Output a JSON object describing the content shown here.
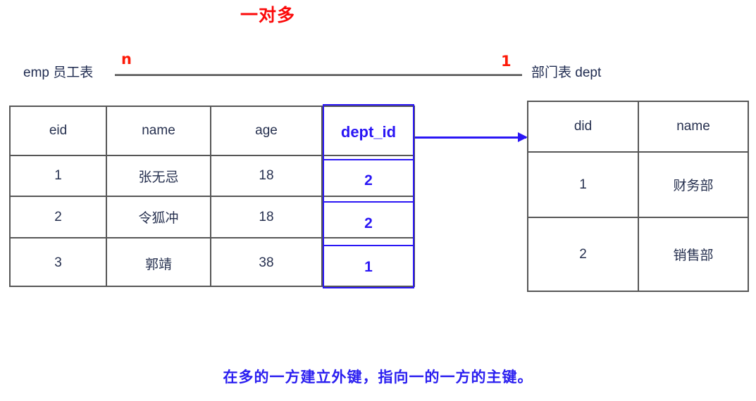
{
  "title": "一对多",
  "relationship": {
    "left_label": "emp 员工表",
    "right_label": "部门表 dept",
    "left_cardinality": "n",
    "right_cardinality": "1",
    "line_color": "#5a5a5a",
    "cardinality_color": "#fd1a08",
    "title_color": "#fb0a0a"
  },
  "emp_table": {
    "name": "emp",
    "headers": [
      "eid",
      "name",
      "age",
      "dept_id"
    ],
    "rows": [
      {
        "eid": "1",
        "name": "张无忌",
        "age": "18",
        "dept_id": "2"
      },
      {
        "eid": "2",
        "name": "令狐冲",
        "age": "18",
        "dept_id": "2"
      },
      {
        "eid": "3",
        "name": "郭靖",
        "age": "38",
        "dept_id": "1"
      }
    ],
    "highlight_column": "dept_id",
    "highlight_color": "#2a16f5",
    "border_color": "#565656",
    "text_color": "#26304f"
  },
  "dept_table": {
    "name": "dept",
    "headers": [
      "did",
      "name"
    ],
    "rows": [
      {
        "did": "1",
        "name": "财务部"
      },
      {
        "did": "2",
        "name": "销售部"
      }
    ],
    "border_color": "#565656",
    "text_color": "#26304f"
  },
  "arrow": {
    "from": "emp.dept_id",
    "to": "dept.did",
    "color": "#2a16f5"
  },
  "footer_note": "在多的一方建立外键，指向一的一方的主键。",
  "footer_color": "#2a1ef0"
}
